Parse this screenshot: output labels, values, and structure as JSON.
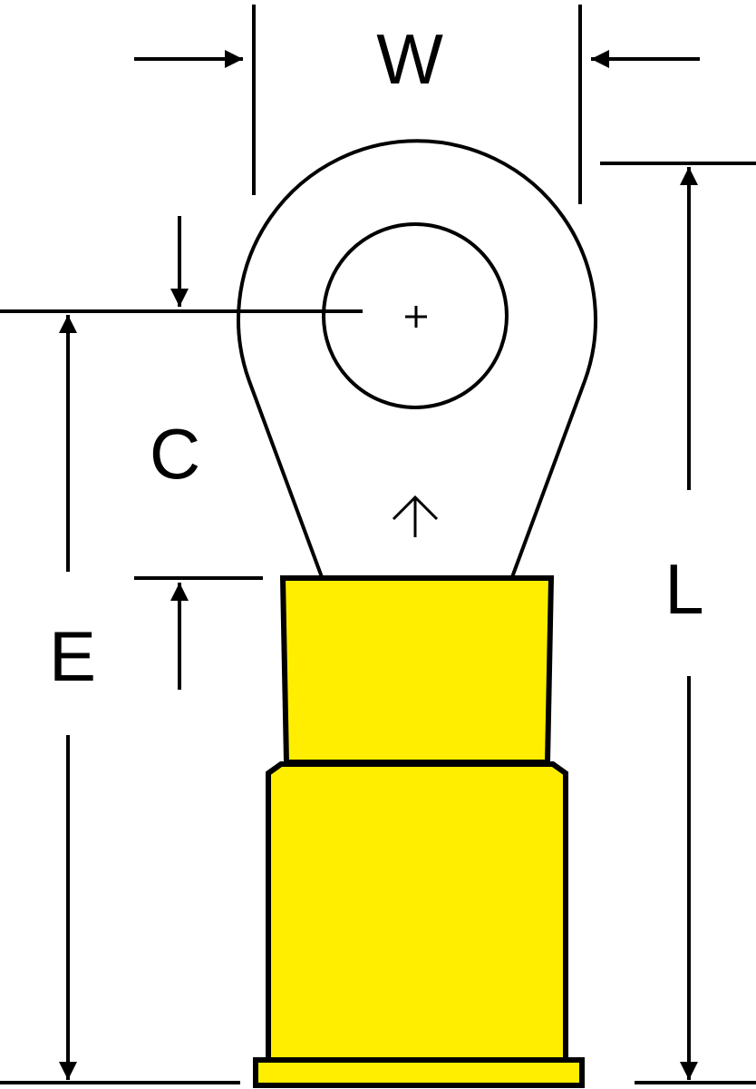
{
  "diagram": {
    "labels": {
      "width": "W",
      "length": "L",
      "center": "C",
      "edge": "E"
    },
    "colors": {
      "insulation": "#FFEE00",
      "outline": "#000000",
      "background": "#FFFFFF"
    }
  }
}
